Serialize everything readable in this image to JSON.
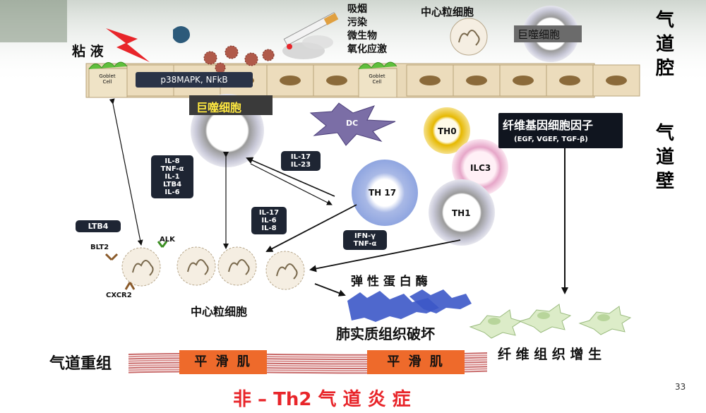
{
  "lumen_label": [
    "气",
    "道",
    "腔"
  ],
  "wall_label": [
    "气",
    "道",
    "壁"
  ],
  "mucus": "粘 液",
  "goblet_cell": [
    "Goblet",
    "Cell"
  ],
  "p38_box": "p38MAPK, NFkB",
  "triggers": [
    "吸烟",
    "污染",
    "微生物",
    "氧化应激"
  ],
  "neutrophil_top": "中心粒细胞",
  "macrophage_top": "巨噬细胞",
  "macrophage_mid": "巨噬细胞",
  "dc": "DC",
  "th0": "TH0",
  "ilc3": "ILC3",
  "th17": "TH 17",
  "th1": "TH1",
  "fibro_title": "纤维基因细胞因子",
  "fibro_sub": "(EGF, VGEF, TGF-β)",
  "box_mac_cytokines": [
    "IL-8",
    "TNF-α",
    "IL-1",
    "LTB4",
    "IL-6"
  ],
  "box_il17_23": [
    "IL-17",
    "IL-23"
  ],
  "box_il17_6_8": [
    "IL-17",
    "IL-6",
    "IL-8"
  ],
  "box_ifn": [
    "IFN-γ",
    "TNF-α"
  ],
  "ltb4": "LTB4",
  "blt2": "BLT2",
  "alk": "ALK",
  "cxcr2": "CXCR2",
  "neutrophil_bottom": "中心粒细胞",
  "elastase": "弹 性 蛋 白 酶",
  "destruction": "肺实质组织破坏",
  "fibrosis": "纤 维 组 织 增 生",
  "remodeling": "气道重组",
  "smooth_muscle": "平 滑 肌",
  "bottom_title": "非 – Th2  气 道 炎 症",
  "page_number": "33",
  "colors": {
    "title_red": "#e8252a",
    "muscle": "#ee6a2b",
    "dark_box": "#1e2533",
    "epithelium": "#e9d9b8"
  }
}
